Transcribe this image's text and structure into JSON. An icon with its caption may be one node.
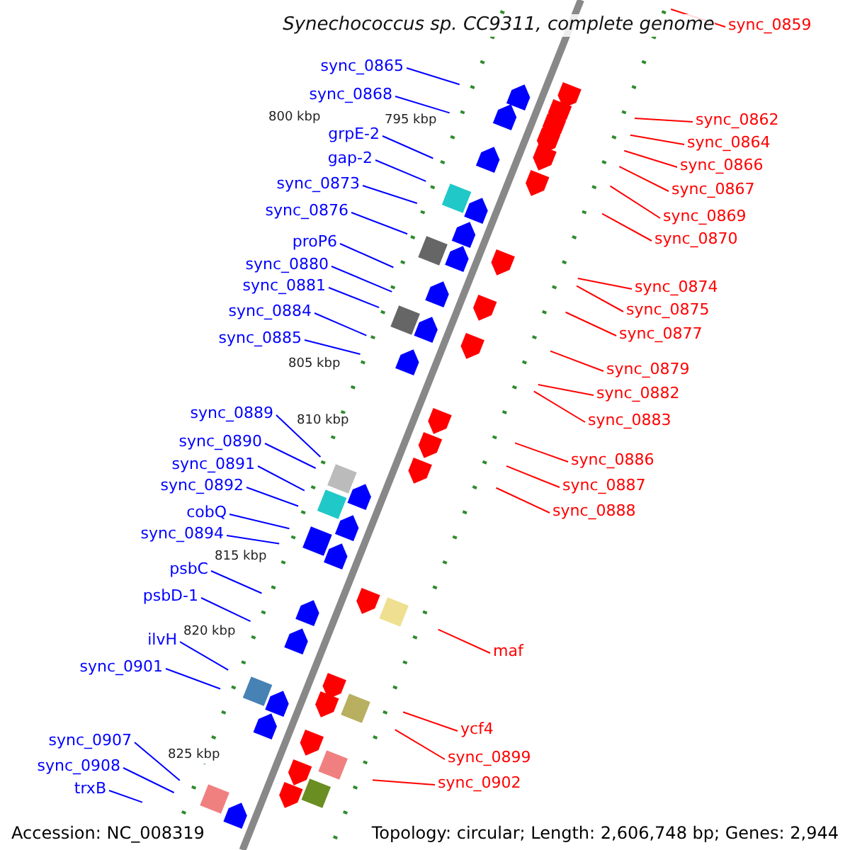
{
  "diagram": {
    "title": "Synechococcus sp. CC9311, complete genome",
    "nodes": [
      {
        "text": [
          "sync_0859"
        ]
      },
      {
        "text": [
          "sync_0865"
        ]
      },
      {
        "text": [
          "sync_0868"
        ]
      },
      {
        "text": [
          "sync_0862"
        ]
      },
      {
        "text": [
          "grpE-2"
        ]
      },
      {
        "text": [
          "sync_0864"
        ]
      },
      {
        "text": [
          "gap-2"
        ]
      },
      {
        "text": [
          "sync_0866"
        ]
      },
      {
        "text": [
          "sync_0873"
        ]
      },
      {
        "text": [
          "sync_0867"
        ]
      },
      {
        "text": [
          "sync_0876"
        ]
      },
      {
        "text": [
          "sync_0869"
        ]
      },
      {
        "text": [
          "sync_0870"
        ]
      },
      {
        "text": [
          "proP6"
        ]
      },
      {
        "text": [
          "sync_0880"
        ]
      },
      {
        "text": [
          "sync_0881"
        ]
      },
      {
        "text": [
          "sync_0874"
        ]
      },
      {
        "text": [
          "sync_0875"
        ]
      },
      {
        "text": [
          "sync_0884"
        ]
      },
      {
        "text": [
          "sync_0877"
        ]
      },
      {
        "text": [
          "sync_0885"
        ]
      },
      {
        "text": [
          "sync_0879"
        ]
      },
      {
        "text": [
          "sync_0882"
        ]
      },
      {
        "text": [
          "sync_0889"
        ]
      },
      {
        "text": [
          "sync_0883"
        ]
      },
      {
        "text": [
          "sync_0890"
        ]
      },
      {
        "text": [
          "sync_0886"
        ]
      },
      {
        "text": [
          "sync_0891"
        ]
      },
      {
        "text": [
          "sync_0892"
        ]
      },
      {
        "text": [
          "sync_0887"
        ]
      },
      {
        "text": [
          "sync_0888"
        ]
      },
      {
        "text": [
          "cobQ"
        ]
      },
      {
        "text": [
          "sync_0894"
        ]
      },
      {
        "text": [
          "psbC"
        ]
      },
      {
        "text": [
          "psbD-1"
        ]
      },
      {
        "text": [
          "ilvH"
        ]
      },
      {
        "text": [
          "maf"
        ]
      },
      {
        "text": [
          "sync_0901"
        ]
      },
      {
        "text": [
          "ycf4"
        ]
      },
      {
        "text": [
          "sync_0907"
        ]
      },
      {
        "text": [
          "sync_0899"
        ]
      },
      {
        "text": [
          "sync_0908"
        ]
      },
      {
        "text": [
          "sync_0902"
        ]
      },
      {
        "text": [
          "trxB"
        ]
      }
    ],
    "edges": [
      {
        "from": 0,
        "to": null,
        "arrow": "none",
        "color": "#ff0000"
      },
      {
        "from": 1,
        "to": null,
        "arrow": "none"
      },
      {
        "from": 2,
        "to": null,
        "arrow": "none"
      },
      {
        "from": 3,
        "to": null,
        "arrow": "none",
        "color": "#ff0000"
      },
      {
        "from": 4,
        "to": null,
        "arrow": "none"
      },
      {
        "from": 5,
        "to": null,
        "arrow": "none",
        "color": "#ff0000"
      },
      {
        "from": 6,
        "to": null,
        "arrow": "none"
      },
      {
        "from": 7,
        "to": null,
        "arrow": "none",
        "color": "#ff0000"
      },
      {
        "from": 8,
        "to": null,
        "arrow": "none"
      },
      {
        "from": 9,
        "to": null,
        "arrow": "none",
        "color": "#ff0000"
      },
      {
        "from": 10,
        "to": null,
        "arrow": "none"
      },
      {
        "from": 11,
        "to": null,
        "arrow": "none",
        "color": "#ff0000"
      },
      {
        "from": 12,
        "to": null,
        "arrow": "none",
        "color": "#ff0000"
      },
      {
        "from": 13,
        "to": null,
        "arrow": "none"
      },
      {
        "from": 14,
        "to": null,
        "arrow": "none"
      },
      {
        "from": 15,
        "to": null,
        "arrow": "none"
      },
      {
        "from": 16,
        "to": null,
        "arrow": "none",
        "color": "#ff0000"
      },
      {
        "from": 17,
        "to": null,
        "arrow": "none",
        "color": "#ff0000"
      },
      {
        "from": 18,
        "to": null,
        "arrow": "none"
      },
      {
        "from": 19,
        "to": null,
        "arrow": "none",
        "color": "#ff0000"
      },
      {
        "from": 20,
        "to": null,
        "arrow": "none"
      },
      {
        "from": 21,
        "to": null,
        "arrow": "none",
        "color": "#ff0000"
      },
      {
        "from": 22,
        "to": null,
        "arrow": "none",
        "color": "#ff0000"
      },
      {
        "from": 23,
        "to": null,
        "arrow": "none"
      },
      {
        "from": 24,
        "to": null,
        "arrow": "none",
        "color": "#ff0000"
      },
      {
        "from": 25,
        "to": null,
        "arrow": "none"
      },
      {
        "from": 26,
        "to": null,
        "arrow": "none",
        "color": "#ff0000"
      },
      {
        "from": 27,
        "to": null,
        "arrow": "none"
      },
      {
        "from": 28,
        "to": null,
        "arrow": "none"
      },
      {
        "from": 29,
        "to": null,
        "arrow": "none",
        "color": "#ff0000"
      },
      {
        "from": 30,
        "to": null,
        "arrow": "none",
        "color": "#ff0000"
      },
      {
        "from": 31,
        "to": null,
        "arrow": "none"
      },
      {
        "from": 32,
        "to": null,
        "arrow": "none"
      },
      {
        "from": 33,
        "to": null,
        "arrow": "none"
      },
      {
        "from": 34,
        "to": null,
        "arrow": "none"
      },
      {
        "from": 35,
        "to": null,
        "arrow": "none"
      },
      {
        "from": 36,
        "to": null,
        "arrow": "none",
        "color": "#ff0000"
      },
      {
        "from": 37,
        "to": null,
        "arrow": "none"
      },
      {
        "from": 38,
        "to": null,
        "arrow": "none",
        "color": "#ff0000"
      },
      {
        "from": 39,
        "to": null,
        "arrow": "none"
      },
      {
        "from": 40,
        "to": null,
        "arrow": "none",
        "color": "#ff0000"
      },
      {
        "from": 41,
        "to": null,
        "arrow": "none"
      },
      {
        "from": 42,
        "to": null,
        "arrow": "none",
        "color": "#ff0000"
      },
      {
        "from": 43,
        "to": null,
        "arrow": "none"
      }
    ],
    "labels": [
      "795 kbp",
      "800 kbp",
      "805 kbp",
      "810 kbp",
      "815 kbp",
      "820 kbp",
      "825 kbp",
      "Accession: NC_008319",
      "Topology: circular; Length: 2,606,748 bp; Genes: 2,944"
    ]
  }
}
